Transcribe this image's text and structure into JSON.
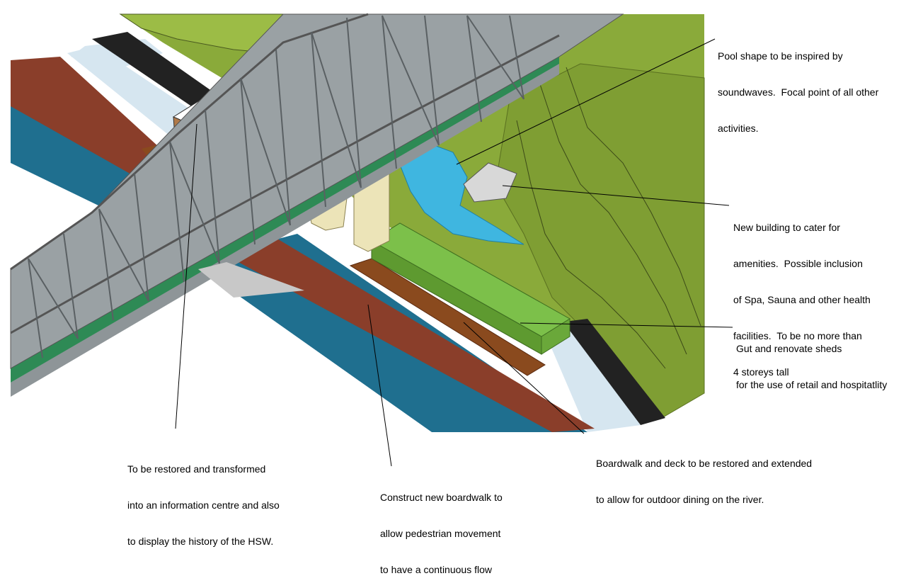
{
  "annotations": {
    "pool": [
      "Pool shape to be inspired by",
      "soundwaves.  Focal point of all other",
      "activities."
    ],
    "amenities_building": [
      "New building to cater for",
      "amenities.  Possible inclusion",
      "of Spa, Sauna and other health",
      "facilities.  To be no more than",
      "4 storeys tall"
    ],
    "sheds": [
      "Gut and renovate sheds",
      "for the use of retail and hospitatlity"
    ],
    "boardwalk_deck": [
      "Boardwalk and deck to be restored and extended",
      "to allow for outdoor dining on the river."
    ],
    "information_centre": [
      "To be restored and transformed",
      "into an information centre and also",
      "to display the history of the HSW."
    ],
    "new_boardwalk": [
      "Construct new boardwalk to",
      "allow pedestrian movement",
      "to have a continuous flow"
    ]
  },
  "colors": {
    "grass": "#8aaa3a",
    "grass_light": "#9cbc46",
    "river": "#1f6f8f",
    "boardwalk_red": "#8a3e2a",
    "deck_brown": "#8a4a1e",
    "shed_green": "#7cc04a",
    "pool_blue": "#3fb6e0",
    "bridge_grey": "#8e9598",
    "bridge_green": "#2e8a55",
    "path_light": "#d6e6f0",
    "road_dark": "#222222",
    "building_cream": "#ece4b8"
  }
}
